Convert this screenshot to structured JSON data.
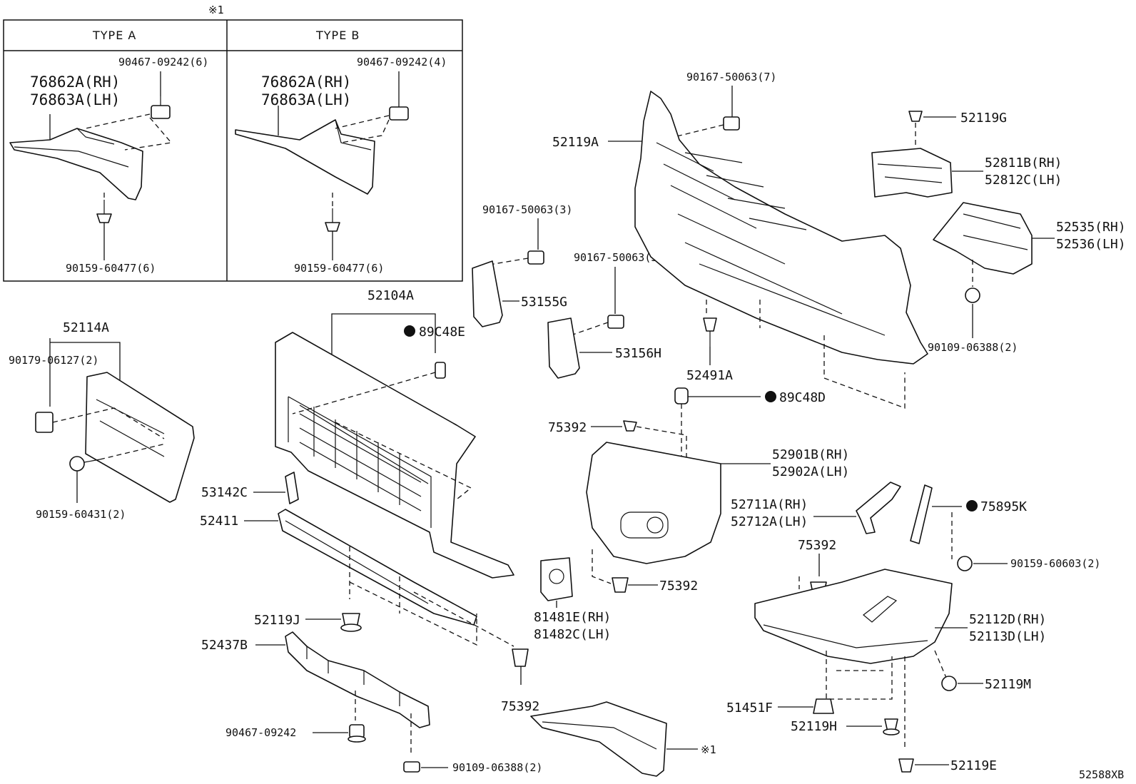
{
  "diagram": {
    "figure_code": "52588XB",
    "note_mark": "※1",
    "type_a": {
      "header": "TYPE A",
      "bolt_top": "90467-09242(6)",
      "part_rh": "76862A(RH)",
      "part_lh": "76863A(LH)",
      "bolt_bottom": "90159-60477(6)"
    },
    "type_b": {
      "header": "TYPE B",
      "bolt_top": "90467-09242(4)",
      "part_rh": "76862A(RH)",
      "part_lh": "76863A(LH)",
      "bolt_bottom": "90159-60477(6)"
    },
    "callouts": {
      "p52114A": "52114A",
      "p90179": "90179-06127(2)",
      "p90159_60431": "90159-60431(2)",
      "p52104A": "52104A",
      "p89C48E": "89C48E",
      "p90167_a": "90167-50063(3)",
      "p53155G": "53155G",
      "p90167_b": "90167-50063(3)",
      "p53156H": "53156H",
      "p90167_c": "90167-50063(7)",
      "p52119A": "52119A",
      "p52119G": "52119G",
      "p52811B": "52811B(RH)",
      "p52812C": "52812C(LH)",
      "p52535": "52535(RH)",
      "p52536": "52536(LH)",
      "p90109_a": "90109-06388(2)",
      "p52491A": "52491A",
      "p89C48D": "89C48D",
      "p75392_a": "75392",
      "p52901B": "52901B(RH)",
      "p52902A": "52902A(LH)",
      "p52711A": "52711A(RH)",
      "p52712A": "52712A(LH)",
      "p75895K": "75895K",
      "p53142C": "53142C",
      "p52411": "52411",
      "p75392_b": "75392",
      "p90159_60603": "90159-60603(2)",
      "p75392_c": "75392",
      "p81481E": "81481E(RH)",
      "p81482C": "81482C(LH)",
      "p52119J": "52119J",
      "p52437B": "52437B",
      "p52112D": "52112D(RH)",
      "p52113D": "52113D(LH)",
      "p52119M": "52119M",
      "p75392_d": "75392",
      "p51451F": "51451F",
      "p52119H": "52119H",
      "p90467_09242": "90467-09242",
      "p90109_b": "90109-06388(2)",
      "p52119E": "52119E",
      "p_note_bottom": "※1"
    }
  }
}
